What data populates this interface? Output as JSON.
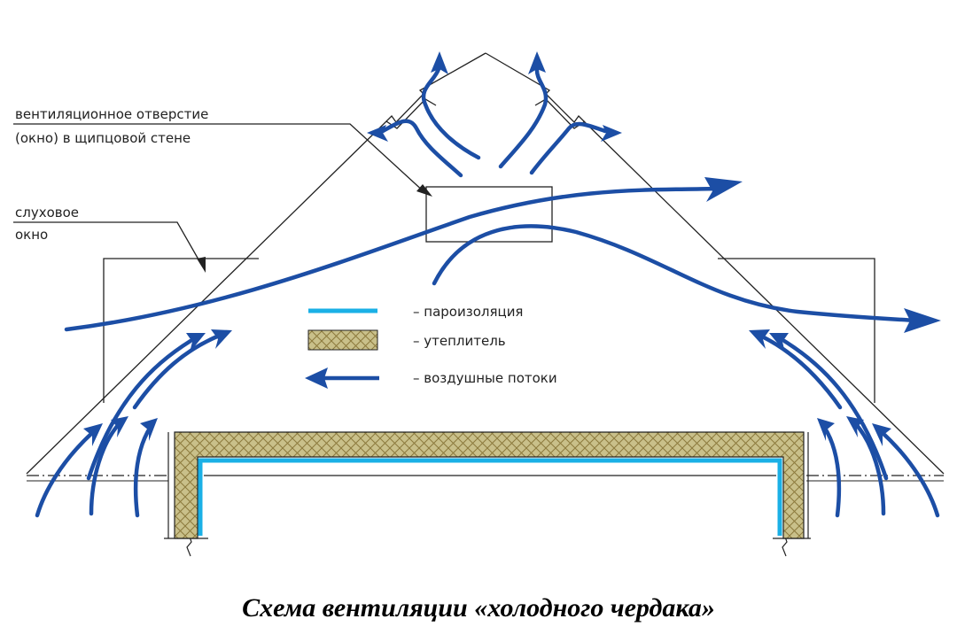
{
  "labels": {
    "gable_vent_line1": "вентиляционное отверстие",
    "gable_vent_line2": "(окно) в щипцовой стене",
    "dormer_line1": "слуховое",
    "dormer_line2": "окно"
  },
  "legend": {
    "vapor_barrier": "– пароизоляция",
    "insulation": "– утеплитель",
    "air_flows": "– воздушные потоки"
  },
  "caption": "Схема вентиляции «холодного чердака»",
  "colors": {
    "airflow": "#1c4ea5",
    "vapor_barrier": "#1ab0e6",
    "insulation_fill": "#c9c08a",
    "insulation_hatch": "#8c7a3c",
    "outline": "#222222"
  }
}
